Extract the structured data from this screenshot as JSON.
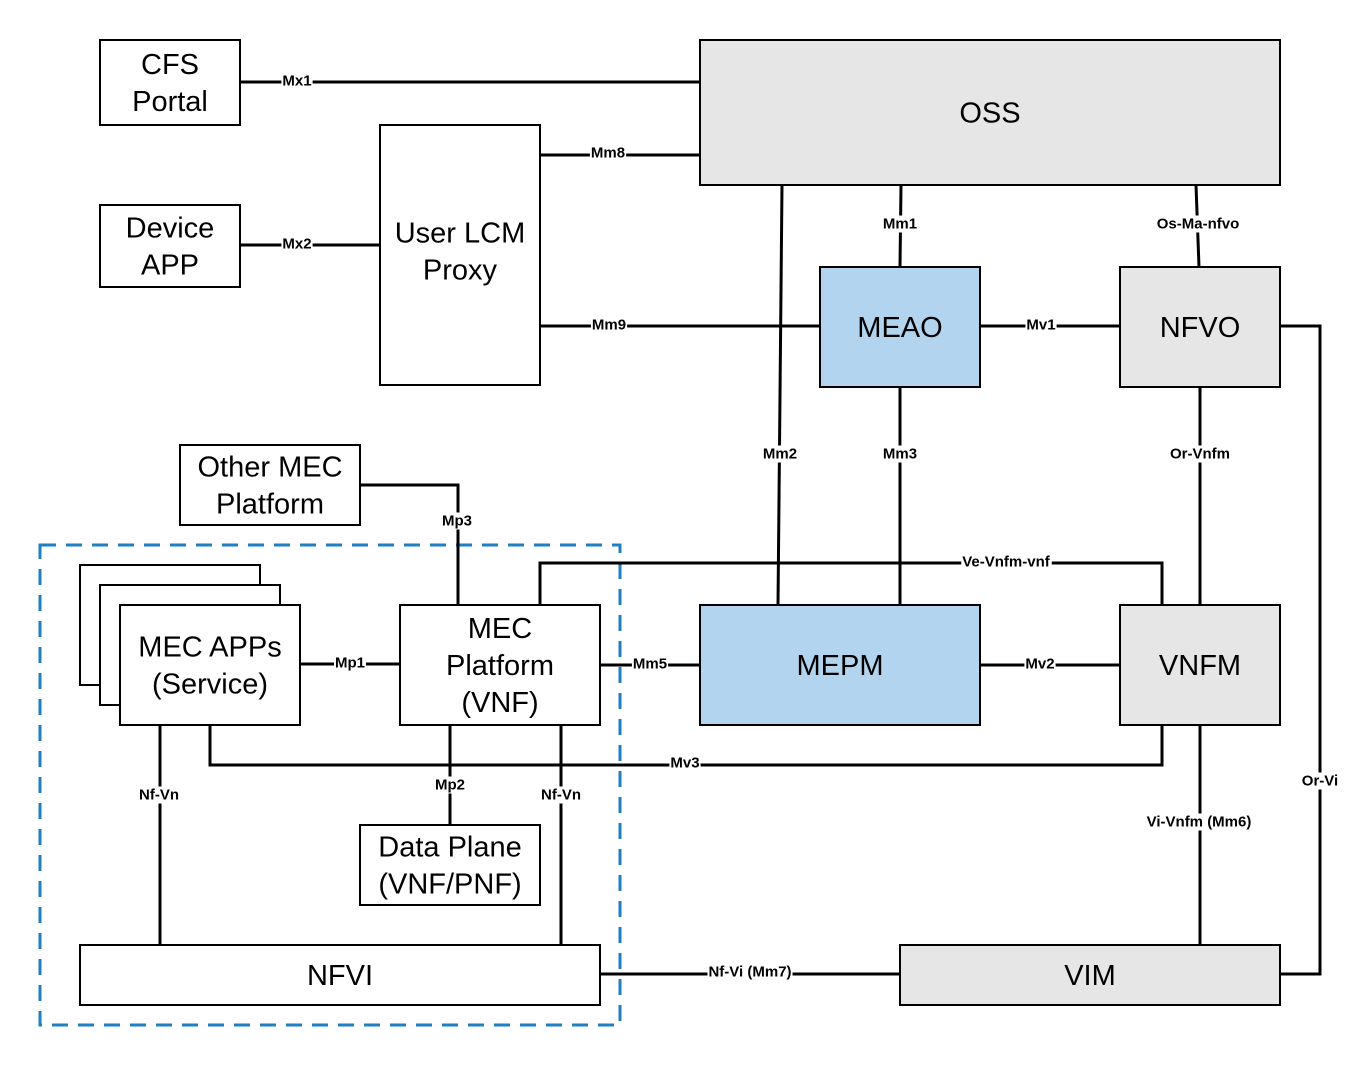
{
  "colors": {
    "white": "#ffffff",
    "gray": "#e6e6e6",
    "blue": "#b3d4ee",
    "dashed_border": "#1f7fc0"
  },
  "boxes": {
    "cfs_portal": {
      "lines": [
        "CFS",
        "Portal"
      ],
      "fill": "white"
    },
    "device_app": {
      "lines": [
        "Device",
        "APP"
      ],
      "fill": "white"
    },
    "user_lcm_proxy": {
      "lines": [
        "User LCM",
        "Proxy"
      ],
      "fill": "white"
    },
    "oss": {
      "lines": [
        "OSS"
      ],
      "fill": "gray"
    },
    "meao": {
      "lines": [
        "MEAO"
      ],
      "fill": "blue"
    },
    "nfvo": {
      "lines": [
        "NFVO"
      ],
      "fill": "gray"
    },
    "other_mec_platform": {
      "lines": [
        "Other MEC",
        "Platform"
      ],
      "fill": "white"
    },
    "mec_apps": {
      "lines": [
        "MEC APPs",
        "(Service)"
      ],
      "fill": "white"
    },
    "mec_platform": {
      "lines": [
        "MEC",
        "Platform",
        "(VNF)"
      ],
      "fill": "white"
    },
    "mepm": {
      "lines": [
        "MEPM"
      ],
      "fill": "blue"
    },
    "vnfm": {
      "lines": [
        "VNFM"
      ],
      "fill": "gray"
    },
    "data_plane": {
      "lines": [
        "Data Plane",
        "(VNF/PNF)"
      ],
      "fill": "white"
    },
    "nfvi": {
      "lines": [
        "NFVI"
      ],
      "fill": "white"
    },
    "vim": {
      "lines": [
        "VIM"
      ],
      "fill": "gray"
    }
  },
  "interfaces": {
    "mx1": "Mx1",
    "mx2": "Mx2",
    "mm8": "Mm8",
    "mm9": "Mm9",
    "mm1": "Mm1",
    "os_ma_nfvo": "Os-Ma-nfvo",
    "mv1": "Mv1",
    "mm2": "Mm2",
    "mm3": "Mm3",
    "or_vnfm": "Or-Vnfm",
    "mp3": "Mp3",
    "ve_vnfm_vnf": "Ve-Vnfm-vnf",
    "mp1": "Mp1",
    "mm5": "Mm5",
    "mv2": "Mv2",
    "mv3": "Mv3",
    "mp2": "Mp2",
    "nf_vn_left": "Nf-Vn",
    "nf_vn_right": "Nf-Vn",
    "or_vi": "Or-Vi",
    "vi_vnfm": "Vi-Vnfm (Mm6)",
    "nf_vi": "Nf-Vi (Mm7)"
  }
}
